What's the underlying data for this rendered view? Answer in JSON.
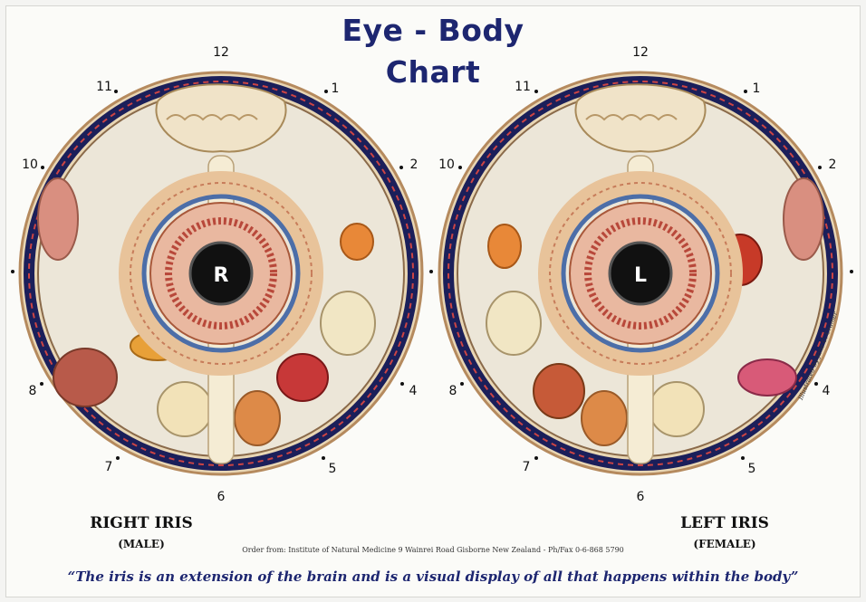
{
  "title_line1": "Eye - Body",
  "title_line2": "Chart",
  "clock_numbers": [
    "12",
    "1",
    "2",
    "4",
    "5",
    "6",
    "7",
    "8",
    "10",
    "11"
  ],
  "right_iris": {
    "center_letter": "R",
    "label": "RIGHT IRIS",
    "sub": "(MALE)"
  },
  "left_iris": {
    "center_letter": "L",
    "label": "LEFT IRIS",
    "sub": "(FEMALE)"
  },
  "order_text": "Order from: Institute of Natural Medicine 9 Wainrei Road  Gisborne  New Zealand  -  Ph/Fax 0-6-868 5790",
  "quote": "“The iris is an extension of the brain and is a visual display of all that happens within the body”",
  "credit": "Illustrated by  Jane C. Cramer",
  "colors": {
    "title": "#1d2670",
    "outer_ring": "#1b1f5a",
    "tan_ring": "#d9a074",
    "pupil": "#111111"
  }
}
